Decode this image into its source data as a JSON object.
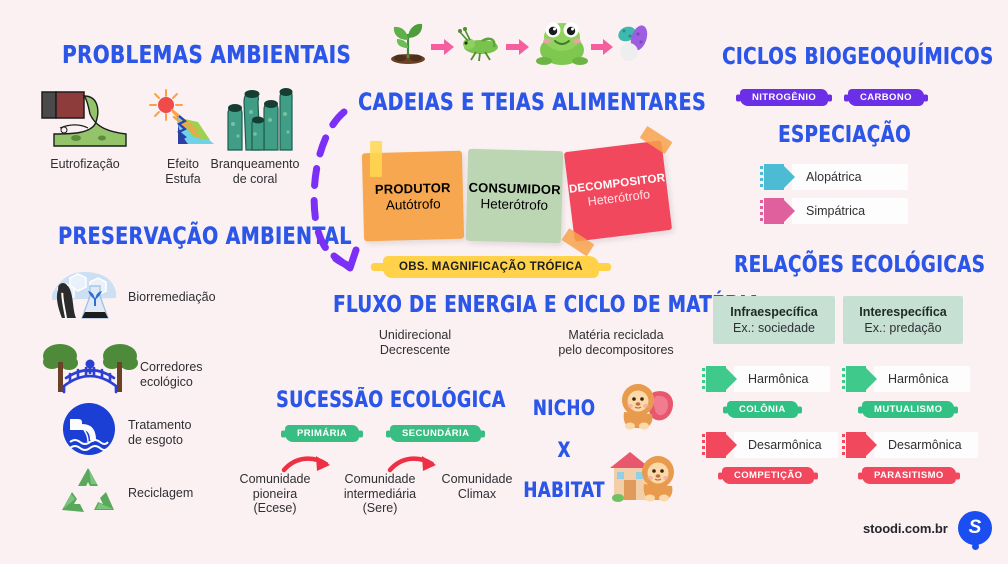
{
  "page": {
    "background": "#fbf1f3",
    "heading_color": "#2b56e8",
    "footer_brand": "stoodi.com.br",
    "logo_letter": "S"
  },
  "food_chain_strip": {
    "items": [
      "seedling",
      "grasshopper",
      "frog",
      "bacteria"
    ],
    "arrow_color": "#f55fa0"
  },
  "environmental_problems": {
    "title": "PROBLEMAS AMBIENTAIS",
    "items": [
      {
        "icon": "pipe-pollution-icon",
        "label": "Eutrofização"
      },
      {
        "icon": "sun-greenhouse-icon",
        "label": "Efeito\nEstufa"
      },
      {
        "icon": "coral-icon",
        "label": "Branqueamento\nde coral"
      }
    ]
  },
  "environmental_preservation": {
    "title": "PRESERVAÇÃO AMBIENTAL",
    "items": [
      {
        "icon": "bioremediation-flask-icon",
        "label": "Biorremediação"
      },
      {
        "icon": "ecological-corridor-bridge-icon",
        "label": "Corredores\necológico"
      },
      {
        "icon": "sewage-treatment-icon",
        "label": "Tratamento\nde esgoto"
      },
      {
        "icon": "recycling-icon",
        "label": "Reciclagem"
      }
    ]
  },
  "food_chains": {
    "title": "CADEIAS E TEIAS ALIMENTARES",
    "cards": [
      {
        "title": "PRODUTOR",
        "subtitle": "Autótrofo",
        "color": "#f7a74f",
        "text_color": "#2a2a2e"
      },
      {
        "title": "CONSUMIDOR",
        "subtitle": "Heterótrofo",
        "color": "#bcd6b4",
        "text_color": "#2a2a2e"
      },
      {
        "title": "DECOMPOSITOR",
        "subtitle": "Heterótrofo",
        "color": "#f2485e",
        "text_color": "#ffffff"
      }
    ],
    "note_banner": "OBS. MAGNIFICAÇÃO TRÓFICA"
  },
  "energy_flow": {
    "title": "FLUXO DE ENERGIA E CICLO DE MATÉRIA",
    "left_text": "Unidirecional\nDecrescente",
    "right_text": "Matéria reciclada\npelo decompositores"
  },
  "ecological_succession": {
    "title": "SUCESSÃO ECOLÓGICA",
    "badges": [
      {
        "label": "PRIMÁRIA",
        "color": "#38bd83"
      },
      {
        "label": "SECUNDÁRIA",
        "color": "#38bd83"
      }
    ],
    "stages": [
      "Comunidade\npioneira\n(Ecese)",
      "Comunidade\nintermediária\n(Sere)",
      "Comunidade\nClimax"
    ],
    "arrow_color": "#ef2f44"
  },
  "niche_habitat": {
    "line1": "NICHO",
    "line2": "X",
    "line3": "HABITAT",
    "icons": [
      "lion-with-meat-icon",
      "lion-with-house-icon"
    ]
  },
  "biogeochemical_cycles": {
    "title": "CICLOS BIOGEOQUÍMICOS",
    "badges": [
      {
        "label": "NITROGÊNIO",
        "color": "#6b2fe8"
      },
      {
        "label": "CARBONO",
        "color": "#6b2fe8"
      }
    ]
  },
  "speciation": {
    "title": "ESPECIAÇÃO",
    "items": [
      {
        "label": "Alopátrica",
        "color": "#4cbcd4"
      },
      {
        "label": "Simpátrica",
        "color": "#e0609e"
      }
    ]
  },
  "ecological_relations": {
    "title": "RELAÇÕES ECOLÓGICAS",
    "columns": [
      {
        "header_title": "Infraespecífica",
        "header_example": "Ex.: sociedade",
        "rows": [
          {
            "label": "Harmônica",
            "color": "#3fc98a",
            "badge": "COLÔNIA",
            "badge_color": "#31c184"
          },
          {
            "label": "Desarmônica",
            "color": "#f2485e",
            "badge": "COMPETIÇÃO",
            "badge_color": "#f2485e"
          }
        ]
      },
      {
        "header_title": "Interespecífica",
        "header_example": "Ex.: predação",
        "rows": [
          {
            "label": "Harmônica",
            "color": "#3fc98a",
            "badge": "MUTUALISMO",
            "badge_color": "#31c184"
          },
          {
            "label": "Desarmônica",
            "color": "#f2485e",
            "badge": "PARASITISMO",
            "badge_color": "#f2485e"
          }
        ]
      }
    ]
  }
}
